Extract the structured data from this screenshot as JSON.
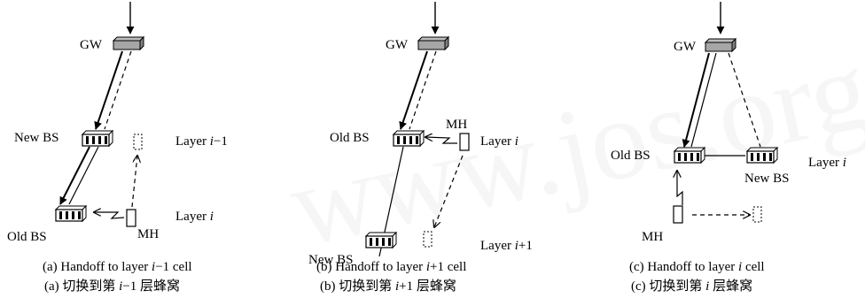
{
  "watermark": "www.jos.org.cn",
  "panels": [
    {
      "gw": "GW",
      "new_bs": "New BS",
      "old_bs": "Old BS",
      "mh": "MH",
      "layer_top": {
        "pre": "Layer ",
        "i": "i",
        "post": "−1"
      },
      "layer_bottom": {
        "pre": "Layer ",
        "i": "i",
        "post": ""
      },
      "caption_en": {
        "pre": "(a)   Handoff to layer ",
        "i": "i",
        "post": "−1 cell"
      },
      "caption_zh": {
        "pre": "(a)   切换到第 ",
        "i": "i",
        "post": "−1 层蜂窝"
      }
    },
    {
      "gw": "GW",
      "old_bs": "Old  BS",
      "new_bs": "New BS",
      "mh": "MH",
      "layer_top": {
        "pre": "Layer ",
        "i": "i",
        "post": ""
      },
      "layer_bottom": {
        "pre": "Layer ",
        "i": "i",
        "post": "+1"
      },
      "caption_en": {
        "pre": "(b)   Handoff to layer ",
        "i": "i",
        "post": "+1 cell"
      },
      "caption_zh": {
        "pre": "(b)   切换到第 ",
        "i": "i",
        "post": "+1 层蜂窝"
      }
    },
    {
      "gw": "GW",
      "old_bs": "Old  BS",
      "new_bs": "New BS",
      "mh": "MH",
      "layer": {
        "pre": "Layer ",
        "i": "i",
        "post": ""
      },
      "caption_en": {
        "pre": "(c)   Handoff to layer ",
        "i": "i",
        "post": " cell"
      },
      "caption_zh": {
        "pre": "(c)   切换到第 ",
        "i": "i",
        "post": " 层蜂窝"
      }
    }
  ]
}
